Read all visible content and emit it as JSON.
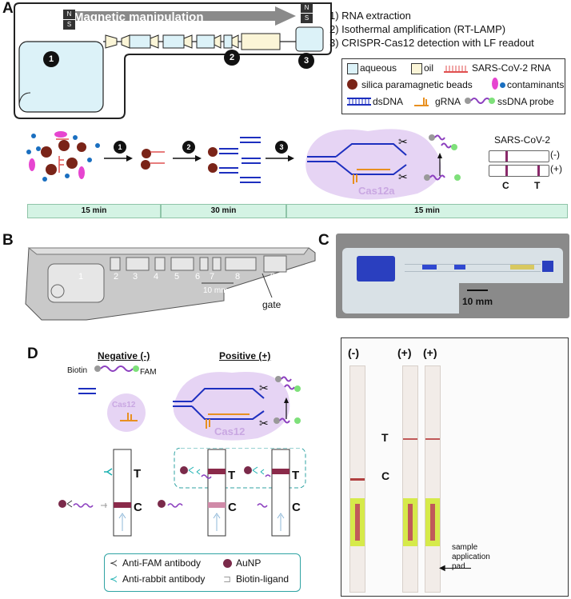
{
  "panels": {
    "a": "A",
    "b": "B",
    "c": "C",
    "d": "D"
  },
  "panelA": {
    "banner": "Magnetic manipulation",
    "magnet_n": "N",
    "magnet_s": "S",
    "chambers": [
      "1",
      "2",
      "3"
    ],
    "steps": [
      "1) RNA extraction",
      "2) Isothermal amplification (RT-LAMP)",
      "3) CRISPR-Cas12 detection with LF readout"
    ],
    "legend": {
      "aqueous": "aqueous",
      "oil": "oil",
      "rna": "SARS-CoV-2 RNA",
      "beads": "silica paramagnetic beads",
      "contaminants": "contaminants",
      "dsdna": "dsDNA",
      "grna": "gRNA",
      "probe": "ssDNA probe"
    },
    "workflow_steps": [
      "1",
      "2",
      "3"
    ],
    "enzyme": "Cas12a",
    "readout_title": "SARS-CoV-2",
    "readout_neg": "(-)",
    "readout_pos": "(+)",
    "readout_c": "C",
    "readout_t": "T",
    "times": [
      "15 min",
      "30 min",
      "15 min"
    ]
  },
  "panelB": {
    "chambers": [
      "1",
      "2",
      "3",
      "4",
      "5",
      "6",
      "7",
      "8",
      "9"
    ],
    "scale": "10 mm",
    "gate": "gate"
  },
  "panelC": {
    "scale": "10 mm"
  },
  "panelD": {
    "negative_title": "Negative (-)",
    "positive_title": "Positive (+)",
    "biotin": "Biotin",
    "fam": "FAM",
    "enzyme": "Cas12",
    "t_label": "T",
    "c_label": "C",
    "legend": {
      "anti_fam": "Anti-FAM antibody",
      "anti_rabbit": "Anti-rabbit antibody",
      "aunp": "AuNP",
      "biotin_ligand": "Biotin-ligand"
    },
    "photo": {
      "neg": "(-)",
      "pos1": "(+)",
      "pos2": "(+)",
      "t": "T",
      "c": "C",
      "pad_label": "sample application pad"
    }
  }
}
